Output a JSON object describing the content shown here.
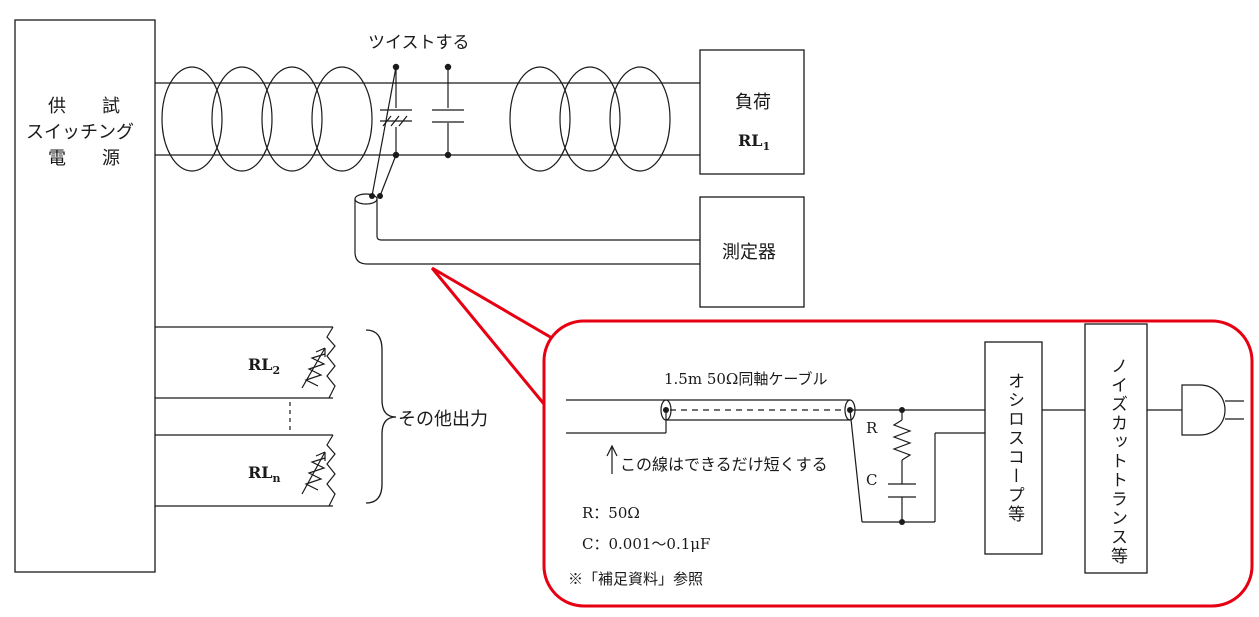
{
  "power_supply": {
    "line1": "供　　試",
    "line2": "スイッチング",
    "line3": "電　　源"
  },
  "twist_label": "ツイストする",
  "load_box": {
    "title": "負荷",
    "rl": "RL",
    "sub": "1"
  },
  "meter_box": {
    "label": "測定器"
  },
  "other_loads": {
    "rl2": "RL",
    "rl2_sub": "2",
    "rln": "RL",
    "rln_sub": "n",
    "label": "その他出力"
  },
  "detail": {
    "cable_label": "1.5m 50Ω同軸ケーブル",
    "short_note": "この線はできるだけ短くする",
    "r_mark": "R",
    "c_mark": "C",
    "r_value": "R：50Ω",
    "c_value": "C：0.001～0.1μF",
    "ref_note": "※「補足資料」参照",
    "scope_label": "オシロスコープ等",
    "transformer_label": "ノイズカットトランス等"
  },
  "colors": {
    "line": "#1a1a1a",
    "callout": "#e60012"
  }
}
